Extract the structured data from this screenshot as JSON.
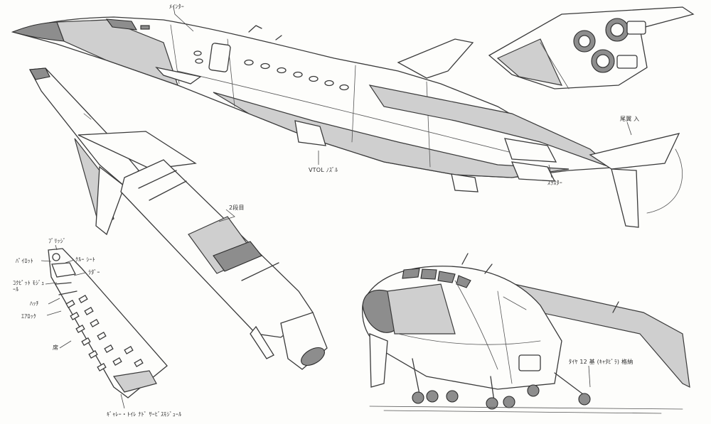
{
  "labels": {
    "top_nose_note": "ﾒｲﾝﾀｰ",
    "vtol_pod": "VTOL ﾉｽﾞﾙ",
    "stabilizer": "ｽﾗｽﾀｰ",
    "tail_note": "尾翼 入",
    "second_stage": "2段目",
    "crew_top": "ﾌﾞﾘｯｼﾞ",
    "pilot": "ﾊﾟｲﾛｯﾄ",
    "crew_seat": "ｸﾙｰ ｼｰﾄ",
    "cockpit_module": "ｺｸﾋﾟｯﾄ ﾓｼﾞｭｰﾙ",
    "hatch": "ﾊｯﾁ",
    "airlock": "ｴｱﾛｯｸ",
    "connector": "ﾗﾀﾞｰ",
    "seats": "席",
    "service_module": "ｷﾞｬﾚｰ・ﾄｲﾚ ﾅﾄﾞ ｻｰﾋﾞｽﾓｼﾞｭｰﾙ",
    "landing_gear_note": "ﾀｲﾔ 12 基 (ｷｬﾀﾋﾟﾗ) 格納"
  }
}
